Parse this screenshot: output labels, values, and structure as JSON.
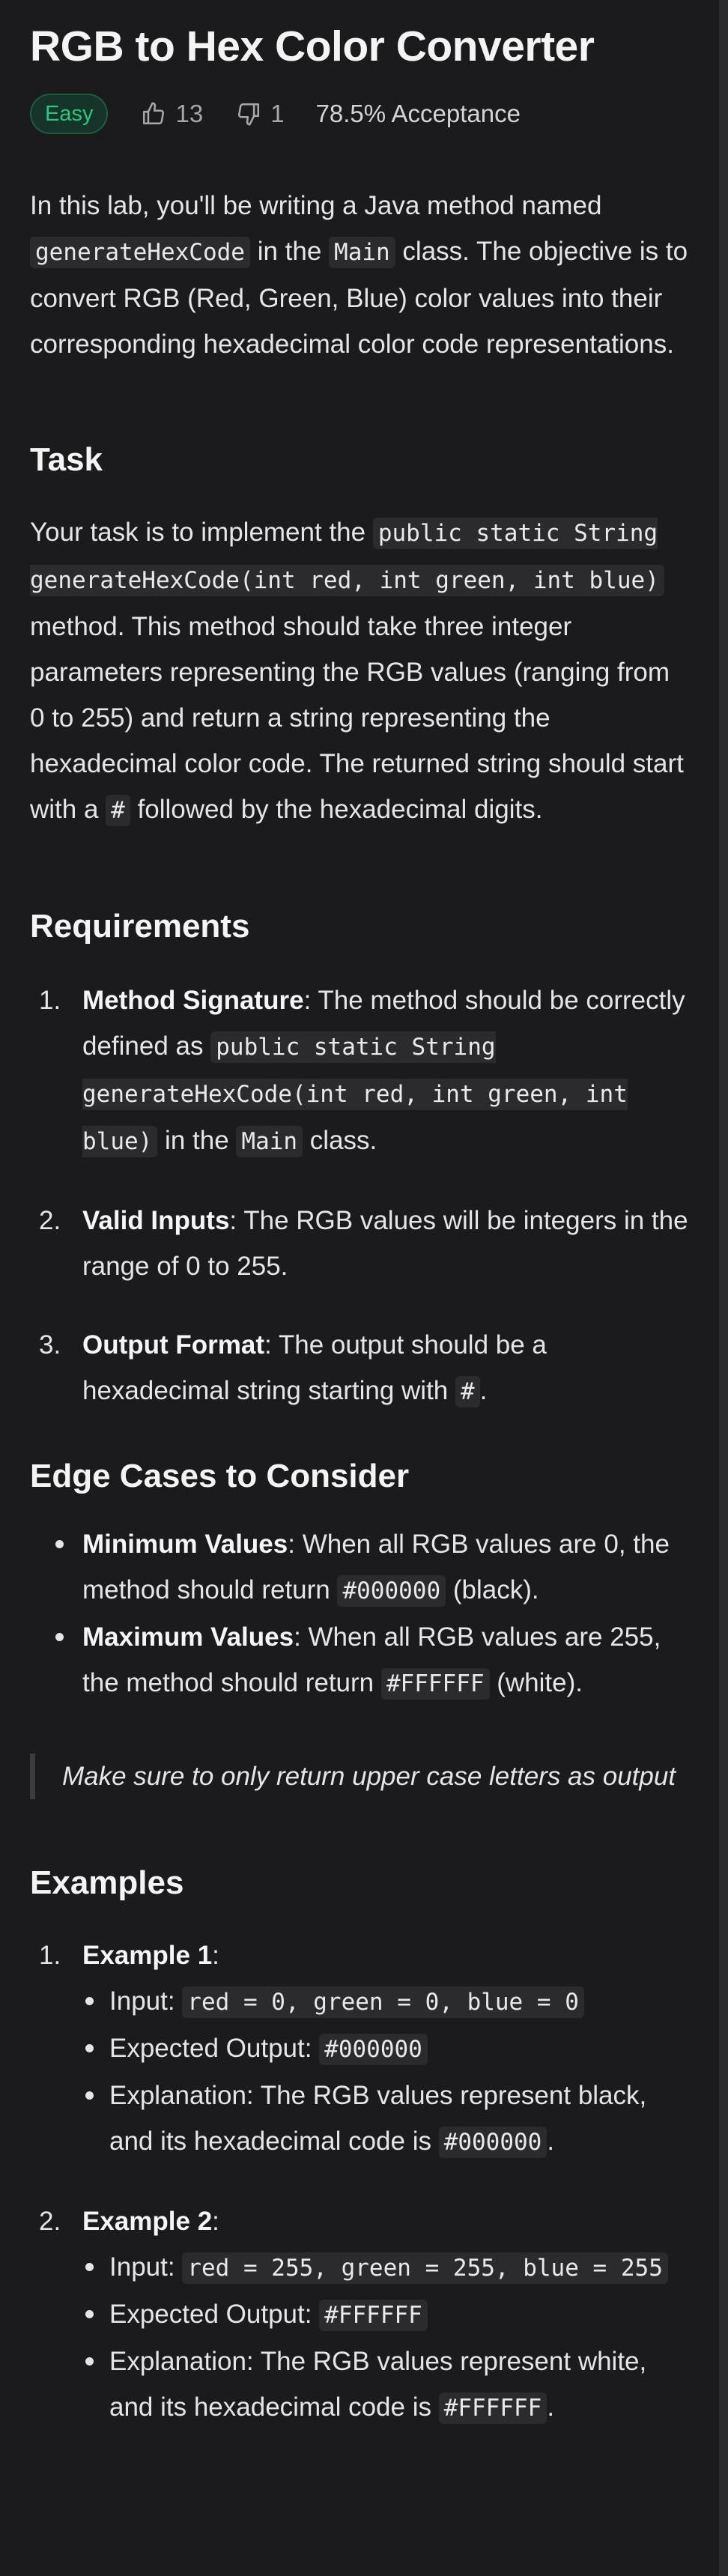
{
  "title": "RGB to Hex Color Converter",
  "difficulty": "Easy",
  "likes": "13",
  "dislikes": "1",
  "acceptance": "78.5% Acceptance",
  "intro": {
    "t1": "In this lab, you'll be writing a Java method named ",
    "c1": "generateHexCode",
    "t2": " in the ",
    "c2": "Main",
    "t3": " class. The objective is to convert RGB (Red, Green, Blue) color values into their corresponding hexadecimal color code representations."
  },
  "task": {
    "heading": "Task",
    "t1": "Your task is to implement the ",
    "c1": "public static String generateHexCode(int red, int green, int blue)",
    "t2": " method. This method should take three integer parameters representing the RGB values (ranging from 0 to 255) and return a string representing the hexadecimal color code. The returned string should start with a ",
    "c2": "#",
    "t3": " followed by the hexadecimal digits."
  },
  "requirements": {
    "heading": "Requirements",
    "items": [
      {
        "num": "1.",
        "bold": "Method Signature",
        "t1": ": The method should be correctly defined as ",
        "c1": "public static String generateHexCode(int red, int green, int blue)",
        "t2": " in the ",
        "c2": "Main",
        "t3": " class."
      },
      {
        "num": "2.",
        "bold": "Valid Inputs",
        "t1": ": The RGB values will be integers in the range of 0 to 255."
      },
      {
        "num": "3.",
        "bold": "Output Format",
        "t1": ": The output should be a hexadecimal string starting with ",
        "c1": "#",
        "t2": "."
      }
    ]
  },
  "edge": {
    "heading": "Edge Cases to Consider",
    "items": [
      {
        "bold": "Minimum Values",
        "t1": ": When all RGB values are 0, the method should return ",
        "c1": "#000000",
        "t2": " (black)."
      },
      {
        "bold": "Maximum Values",
        "t1": ": When all RGB values are 255, the method should return ",
        "c1": "#FFFFFF",
        "t2": " (white)."
      }
    ]
  },
  "note": "Make sure to only return upper case letters as output",
  "examples": {
    "heading": "Examples",
    "items": [
      {
        "num": "1.",
        "bold": "Example 1",
        "colon": ":",
        "input_label": "Input: ",
        "input": "red = 0, green = 0, blue = 0",
        "output_label": "Expected Output: ",
        "output": "#000000",
        "expl_label": "Explanation: The RGB values represent black, and its hexadecimal code is ",
        "expl_code": "#000000",
        "expl_end": "."
      },
      {
        "num": "2.",
        "bold": "Example 2",
        "colon": ":",
        "input_label": "Input: ",
        "input": "red = 255, green = 255, blue = 255",
        "output_label": "Expected Output: ",
        "output": "#FFFFFF",
        "expl_label": "Explanation: The RGB values represent white, and its hexadecimal code is ",
        "expl_code": "#FFFFFF",
        "expl_end": "."
      }
    ]
  },
  "icons": {
    "like": "thumbs-up-icon",
    "dislike": "thumbs-down-icon"
  },
  "colors": {
    "background": "#1b1b1d",
    "easy": "#2fc37d",
    "code_bg": "#2b2b2e"
  }
}
